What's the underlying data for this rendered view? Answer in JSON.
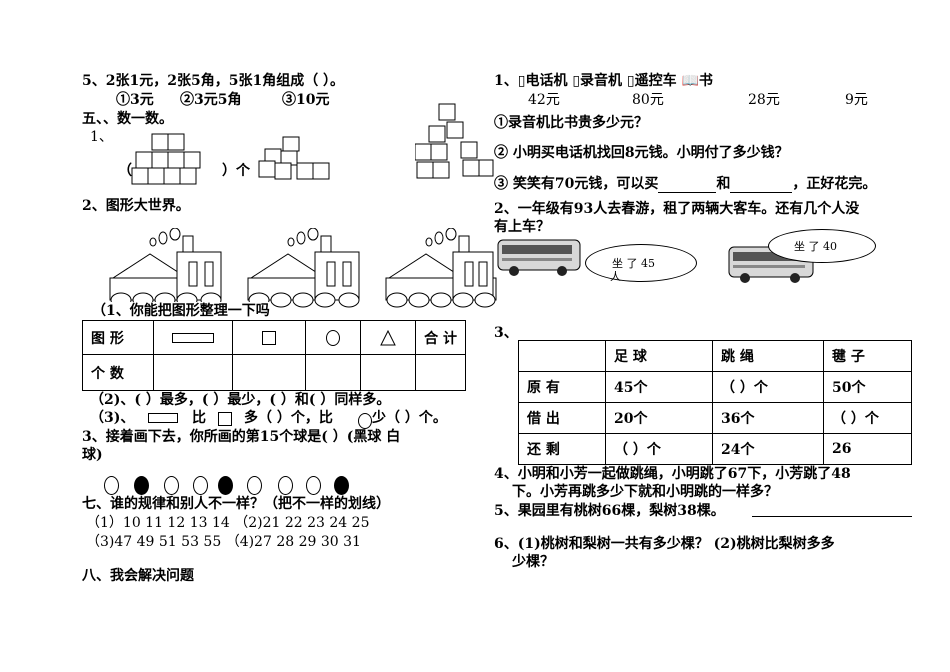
{
  "q5": {
    "text": "5、2张1元，2张5角，5张1角组成（    ）。",
    "options": [
      "①3元",
      "②3元5角",
      "③10元"
    ]
  },
  "s5": {
    "title": "五、、数一数。",
    "item": "1、",
    "paren_open": "（",
    "paren_close": "）个"
  },
  "q2": {
    "title": "2、图形大世界。",
    "sub1": "（1、你能把图形整理一下吗",
    "table_headers": [
      "图 形",
      "合  计"
    ],
    "table_row_label": "个 数",
    "sub2": "（2)、(    ）最多，(    ）最少，(    ）和(    ）同样多。",
    "sub3_a": "（3)、",
    "sub3_b": "比",
    "sub3_c": "多（  ）个，比",
    "sub3_d": "少（    ）个。"
  },
  "q3": {
    "line1": "3、接着画下去，你所画的第15个球是(      ）(黑球   白",
    "line2": "球)",
    "balls": [
      "white",
      "black",
      "white",
      "white",
      "black",
      "white",
      "white",
      "white",
      "black"
    ]
  },
  "s7": {
    "title": "七、谁的规律和别人不一样？（把不一样的划线）",
    "row1": "（1）10   11   12   13   14  （2)21   22    23    24   25",
    "row2": "（3)47    49    51    53    55 （4)27   28   29  30    31"
  },
  "s8": {
    "title": "八、我会解决问题"
  },
  "r1": {
    "items_line": "1、▯电话机       ▯录音机     ▯遥控车         📖书",
    "prices": [
      "42元",
      "80元",
      "28元",
      "9元"
    ],
    "q1": "①录音机比书贵多少元？",
    "q2": "② 小明买电话机找回8元钱。小明付了多少钱？",
    "q3_a": "③ 笑笑有70元钱，可以买",
    "q3_b": "和",
    "q3_c": "，正好花完。"
  },
  "r2": {
    "line1": "2、一年级有93人去春游，租了两辆大客车。还有几个人没",
    "line2": "有上车？",
    "bubble1": "坐  了   45",
    "bubble1_b": "人",
    "bubble2": "坐  了   40"
  },
  "r3": {
    "label": "3、",
    "headers": [
      "",
      "足   球",
      "跳   绳",
      "毽   子"
    ],
    "rows": [
      [
        "原   有",
        "45个",
        "（    ）个",
        "50个"
      ],
      [
        "借   出",
        "20个",
        "36个",
        "（    ）个"
      ],
      [
        "还   剩",
        "（   ）个",
        "24个",
        "26"
      ]
    ]
  },
  "r4": {
    "line1": "4、小明和小芳一起做跳绳，小明跳了67下，小芳跳了48",
    "line2": "下。小芳再跳多少下就和小明跳的一样多？"
  },
  "r5": {
    "text": "5、果园里有桃树66棵，梨树38棵。"
  },
  "r6": {
    "line1": "6、(1)桃树和梨树一共有多少棵？   (2)桃树比梨树多多",
    "line2": "少棵？"
  }
}
